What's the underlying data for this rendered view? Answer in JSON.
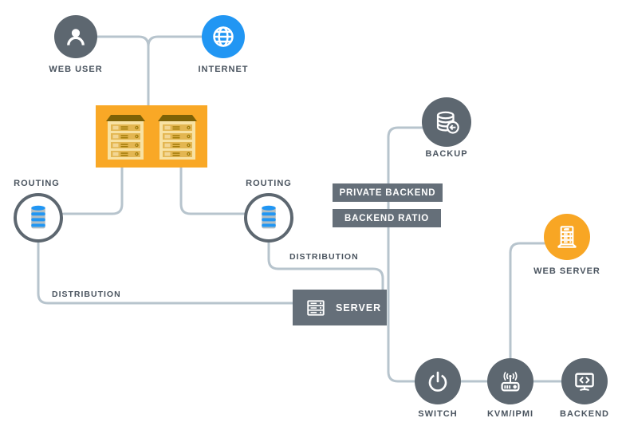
{
  "diagram": {
    "nodes": {
      "web_user": {
        "label": "WEB USER",
        "icon": "user-icon",
        "shape": "circle",
        "color": "#5d6770"
      },
      "internet": {
        "label": "INTERNET",
        "icon": "globe-icon",
        "shape": "circle",
        "color": "#2196f3"
      },
      "datacenter": {
        "label": "",
        "icon": "server-racks-icon",
        "shape": "rect",
        "color": "#f9a826"
      },
      "routing_left": {
        "label": "ROUTING",
        "icon": "database-icon",
        "shape": "circle-outline",
        "color": "#ffffff"
      },
      "routing_right": {
        "label": "ROUTING",
        "icon": "database-icon",
        "shape": "circle-outline",
        "color": "#ffffff"
      },
      "backup": {
        "label": "BACKUP",
        "icon": "database-backup-icon",
        "shape": "circle",
        "color": "#5d6770"
      },
      "private_backend": {
        "label": "PRIVATE BACKEND",
        "shape": "box",
        "color": "#656f79"
      },
      "backend_ratio": {
        "label": "BACKEND RATIO",
        "shape": "box",
        "color": "#656f79"
      },
      "server": {
        "label": "SERVER",
        "icon": "server-icon",
        "shape": "box",
        "color": "#656f79"
      },
      "web_server": {
        "label": "WEB SERVER",
        "icon": "server-tower-icon",
        "shape": "circle",
        "color": "#f8a624"
      },
      "switch": {
        "label": "SWITCH",
        "icon": "power-icon",
        "shape": "circle",
        "color": "#5d6770"
      },
      "kvm_ipmi": {
        "label": "KVM/IPMI",
        "icon": "kvm-device-icon",
        "shape": "circle",
        "color": "#5d6770"
      },
      "backend": {
        "label": "BACKEND",
        "icon": "monitor-code-icon",
        "shape": "circle",
        "color": "#5d6770"
      }
    },
    "edge_labels": {
      "distribution_left": "DISTRIBUTION",
      "distribution_right": "DISTRIBUTION"
    },
    "edges": [
      {
        "from": "web_user",
        "to": "datacenter"
      },
      {
        "from": "internet",
        "to": "datacenter"
      },
      {
        "from": "datacenter",
        "to": "routing_left"
      },
      {
        "from": "datacenter",
        "to": "routing_right"
      },
      {
        "from": "routing_left",
        "to": "server",
        "label": "DISTRIBUTION"
      },
      {
        "from": "routing_right",
        "to": "server",
        "label": "DISTRIBUTION"
      },
      {
        "from": "backup",
        "to": "switch",
        "via": [
          "private_backend",
          "backend_ratio",
          "server"
        ]
      },
      {
        "from": "switch",
        "to": "kvm_ipmi"
      },
      {
        "from": "kvm_ipmi",
        "to": "backend"
      },
      {
        "from": "web_server",
        "to": "kvm_ipmi"
      }
    ],
    "colors": {
      "line": "#b7c4cd",
      "node_gray": "#5d6770",
      "box_gray": "#656f79",
      "blue": "#2196f3",
      "orange": "#f9a826",
      "rack_body": "#f8e2a3",
      "rack_row": "#e3b651",
      "label_text": "#4a545f",
      "background": "#ffffff"
    }
  }
}
